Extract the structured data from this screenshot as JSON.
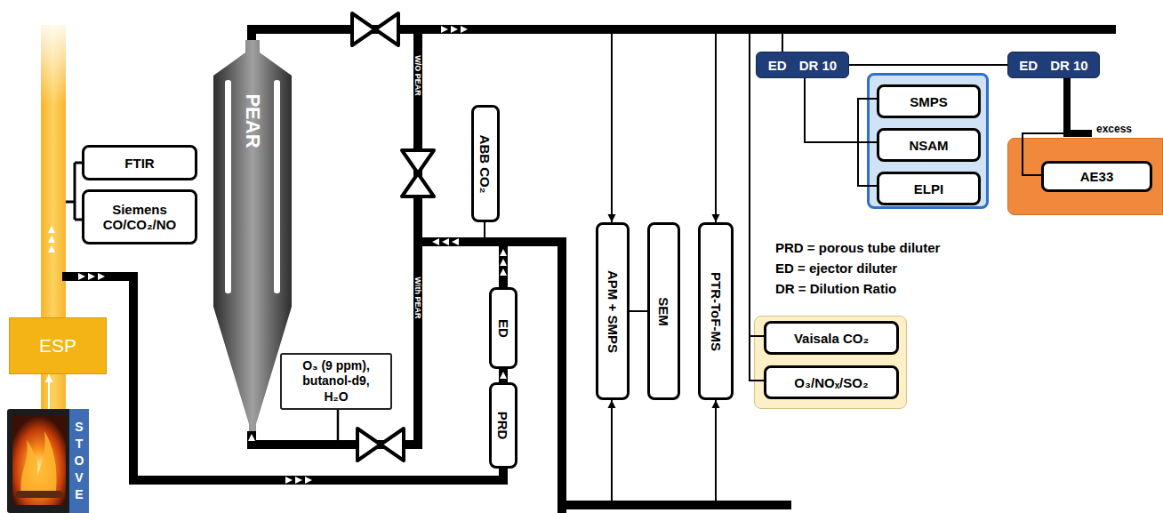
{
  "diagram": {
    "nodes": [
      {
        "text": [
          "ESP"
        ]
      },
      {
        "text": [
          "STOVE"
        ]
      },
      {
        "text": [
          "FTIR"
        ]
      },
      {
        "text": [
          "Siemens CO/CO₂/NO"
        ]
      },
      {
        "text": [
          "PEAR"
        ]
      },
      {
        "text": [
          "O₃ (9 ppm), butanol-d9, H₂O"
        ]
      },
      {
        "text": [
          "ABB CO₂"
        ]
      },
      {
        "text": [
          "ED"
        ]
      },
      {
        "text": [
          "PRD"
        ]
      },
      {
        "text": [
          "APM + SMPS"
        ]
      },
      {
        "text": [
          "SEM"
        ]
      },
      {
        "text": [
          "PTR-ToF-MS"
        ]
      },
      {
        "text": [
          "ED",
          "DR 10"
        ]
      },
      {
        "text": []
      },
      {
        "text": [
          "SMPS"
        ],
        "in": 13
      },
      {
        "text": [
          "NSAM"
        ],
        "in": 13
      },
      {
        "text": [
          "ELPI"
        ],
        "in": 13
      },
      {
        "text": [
          "ED",
          "DR 10"
        ]
      },
      {
        "text": []
      },
      {
        "text": [
          "AE33"
        ],
        "in": 18
      },
      {
        "text": []
      },
      {
        "text": [
          "Vaisala CO₂"
        ],
        "in": 20
      },
      {
        "text": [
          "O₃/NOₓ/SO₂"
        ],
        "in": 20
      }
    ],
    "edges": [
      {
        "from": 1,
        "to": 0,
        "arrow": "to"
      },
      {
        "from": 5,
        "to": 4,
        "arrow": "to"
      },
      {
        "from": 8,
        "to": 7,
        "arrow": "to"
      },
      {
        "from": 7,
        "to": 4,
        "arrow": "to"
      },
      {
        "from": 7,
        "to": 9,
        "arrow": "to"
      },
      {
        "from": 7,
        "to": 11,
        "arrow": "to"
      },
      {
        "from": 7,
        "to": 6,
        "arrow": "none"
      },
      {
        "from": 4,
        "to": 9,
        "arrow": "to"
      },
      {
        "from": 4,
        "to": 11,
        "arrow": "to"
      },
      {
        "from": 4,
        "to": 12,
        "arrow": "none"
      },
      {
        "from": 4,
        "to": 21,
        "arrow": "none"
      },
      {
        "from": 4,
        "to": 22,
        "arrow": "none"
      },
      {
        "from": 12,
        "to": 14,
        "arrow": "none"
      },
      {
        "from": 12,
        "to": 15,
        "arrow": "none"
      },
      {
        "from": 12,
        "to": 16,
        "arrow": "none"
      },
      {
        "from": 12,
        "to": 17,
        "arrow": "none"
      },
      {
        "from": 17,
        "to": 19,
        "arrow": "none"
      },
      {
        "from": 9,
        "to": 10,
        "arrow": "none"
      }
    ],
    "labels": [
      "W/O PEAR",
      "With PEAR",
      "excess",
      "PRD = porous tube diluter",
      "ED = ejector diluter",
      "DR = Dilution Ratio"
    ]
  }
}
